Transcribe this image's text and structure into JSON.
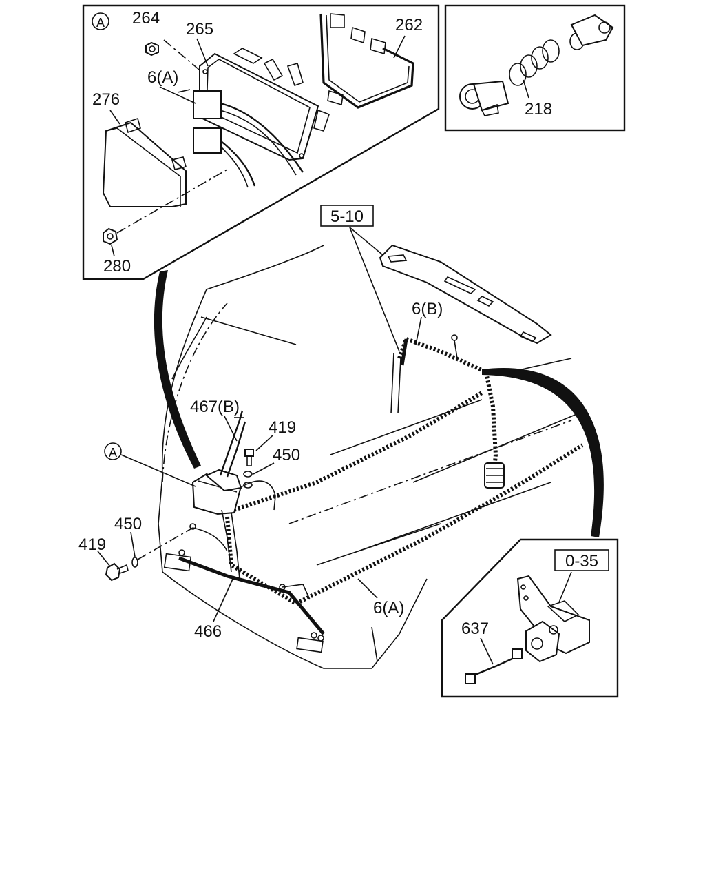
{
  "labels": {
    "circle_a_detail": "A",
    "circle_a_main": "A",
    "p264": "264",
    "p265": "265",
    "p262": "262",
    "p6a_detail": "6(A)",
    "p276": "276",
    "p280": "280",
    "p218": "218",
    "p5_10": "5-10",
    "p6b": "6(B)",
    "p467b": "467(B)",
    "p419_top": "419",
    "p450_top": "450",
    "p450_left": "450",
    "p419_left": "419",
    "p466": "466",
    "p6a_main": "6(A)",
    "p0_35": "0-35",
    "p637": "637"
  }
}
